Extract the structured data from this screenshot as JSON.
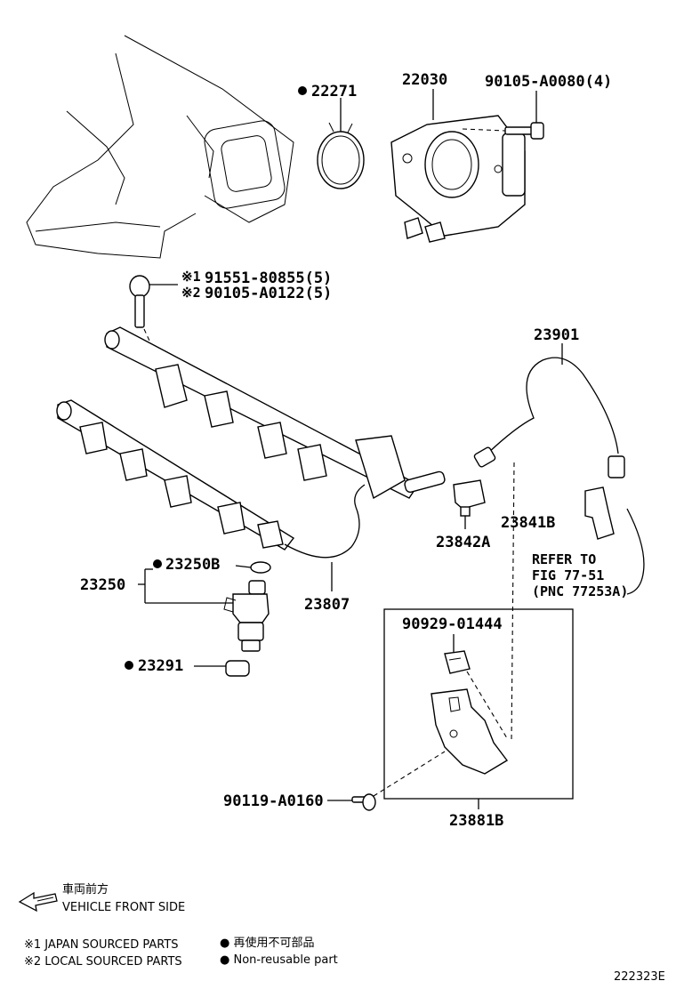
{
  "parts": {
    "gasket_22271": "22271",
    "throttle_body": "22030",
    "bolt_top": "90105-A0080(4)",
    "bolt_rail_1": "91551-80855(5)",
    "bolt_rail_2": "90105-A0122(5)",
    "fuel_hose": "23901",
    "sensor_23842a": "23842A",
    "clamp_23841b": "23841B",
    "refer_line1": "REFER TO",
    "refer_line2": "FIG 77-51",
    "refer_line3": "(PNC 77253A)",
    "oring_23250b": "23250B",
    "injector_23250": "23250",
    "pipe_23807": "23807",
    "insulator_23291": "23291",
    "clip_90929": "90929-01444",
    "bolt_90119": "90119-A0160",
    "bracket_23881b": "23881B"
  },
  "marks": {
    "ref1": "※1",
    "ref2": "※2",
    "bullet": "●"
  },
  "legend": {
    "front_jp": "車両前方",
    "front_en": "VEHICLE FRONT SIDE",
    "japan_sourced": "※1 JAPAN SOURCED PARTS",
    "local_sourced": "※2 LOCAL SOURCED PARTS",
    "nonreuse_jp": "● 再使用不可部品",
    "nonreuse_en": "● Non-reusable part"
  },
  "figure_id": "222323E"
}
